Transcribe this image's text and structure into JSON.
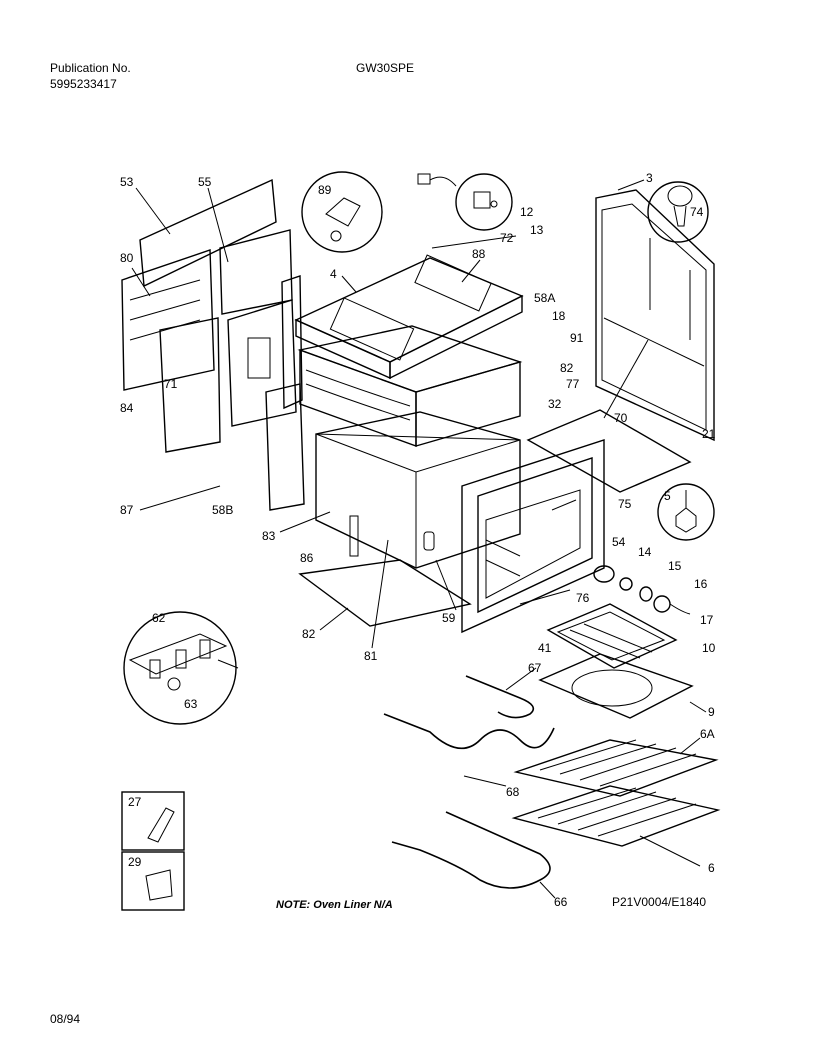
{
  "header": {
    "publication_label": "Publication No.",
    "publication_number": "5995233417",
    "model": "GW30SPE"
  },
  "footer": {
    "date": "08/94",
    "note": "NOTE: Oven Liner N/A",
    "diagram_code": "P21V0004/E1840"
  },
  "part_labels": [
    "53",
    "55",
    "89",
    "12",
    "72",
    "13",
    "3",
    "74",
    "80",
    "4",
    "88",
    "58A",
    "18",
    "91",
    "82",
    "77",
    "32",
    "70",
    "21",
    "84",
    "71",
    "87",
    "58B",
    "83",
    "86",
    "75",
    "5",
    "54",
    "14",
    "15",
    "16",
    "17",
    "10",
    "62",
    "63",
    "82",
    "81",
    "59",
    "76",
    "41",
    "67",
    "9",
    "6A",
    "68",
    "27",
    "29",
    "66",
    "6"
  ]
}
